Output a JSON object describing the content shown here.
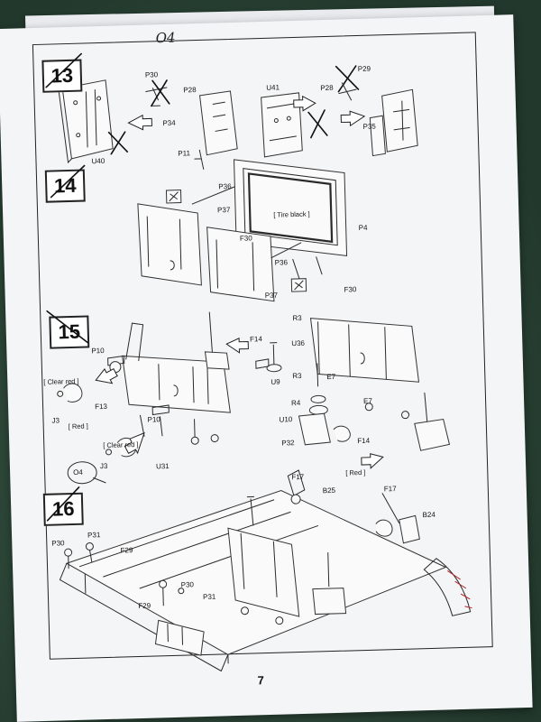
{
  "handwritten_note": "O4",
  "page_number": "7",
  "steps": [
    {
      "number": "13",
      "labels": [
        "P30",
        "P28",
        "P34",
        "U40",
        "P11",
        "U41",
        "P29",
        "P28",
        "P35"
      ]
    },
    {
      "number": "14",
      "labels": [
        "P36",
        "P37",
        "[ Tire black ]",
        "F30",
        "P4",
        "P36",
        "P37",
        "F30"
      ]
    },
    {
      "number": "15",
      "labels": [
        "P10",
        "[ Clear red ]",
        "F13",
        "J3",
        "[ Red ]",
        "P10",
        "[ Clear red ]",
        "J3",
        "U31",
        "O4",
        "F14",
        "U36",
        "R3",
        "U9",
        "R3",
        "E7",
        "E7",
        "R4",
        "U10",
        "P32",
        "F14",
        "[ Red ]"
      ]
    },
    {
      "number": "16",
      "labels": [
        "P30",
        "P31",
        "F29",
        "F29",
        "P30",
        "P31",
        "F17",
        "B25",
        "F17",
        "B24"
      ]
    }
  ]
}
